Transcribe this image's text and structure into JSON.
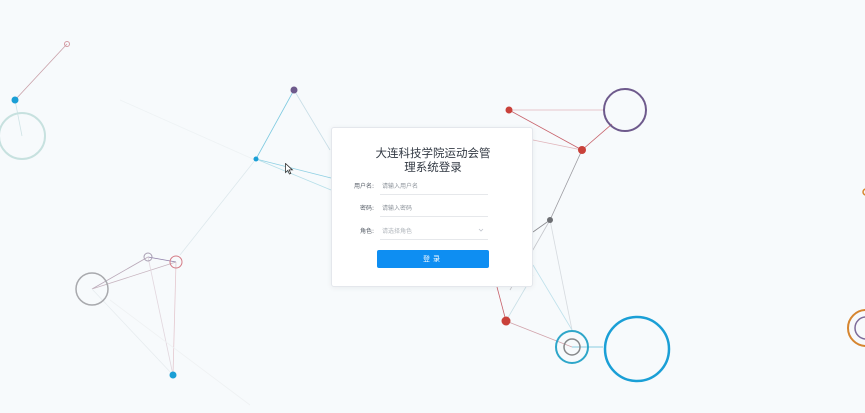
{
  "page": {
    "title_line1": "大连科技学院运动会管",
    "title_line2": "理系统登录"
  },
  "form": {
    "username": {
      "label": "用户名:",
      "placeholder": "请输入用户名",
      "value": ""
    },
    "password": {
      "label": "密码:",
      "placeholder": "请输入密码",
      "value": ""
    },
    "role": {
      "label": "角色:",
      "placeholder": "请选择角色"
    },
    "submit_label": "登录"
  },
  "colors": {
    "background": "#f7fafc",
    "primary_button": "#0e8ef2",
    "node_blue": "#1a9fd6",
    "node_red": "#c9413a",
    "node_purple": "#6e5a8c",
    "node_gray": "#6d6f73"
  },
  "icons": {
    "select_arrow": "chevron-down-icon",
    "pointer": "cursor-icon"
  }
}
